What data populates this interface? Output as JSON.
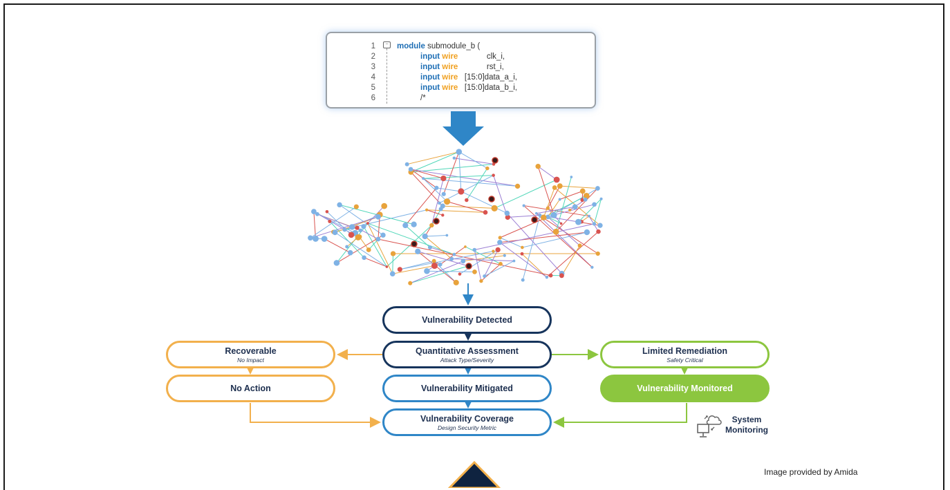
{
  "code": {
    "lines": [
      {
        "num": "1",
        "parts": [
          {
            "t": "module",
            "c": "blue"
          },
          {
            "t": " submodule_b (",
            "c": "plain"
          }
        ]
      },
      {
        "num": "2",
        "parts": [
          {
            "t": "input",
            "c": "blue"
          },
          {
            "t": " wire",
            "c": "orange"
          },
          {
            "t": "             clk_i,",
            "c": "plain"
          }
        ]
      },
      {
        "num": "3",
        "parts": [
          {
            "t": "input",
            "c": "blue"
          },
          {
            "t": " wire",
            "c": "orange"
          },
          {
            "t": "             rst_i,",
            "c": "plain"
          }
        ]
      },
      {
        "num": "4",
        "parts": [
          {
            "t": "input",
            "c": "blue"
          },
          {
            "t": " wire",
            "c": "orange"
          },
          {
            "t": "   [15:0]data_a_i,",
            "c": "plain"
          }
        ]
      },
      {
        "num": "5",
        "parts": [
          {
            "t": "input",
            "c": "blue"
          },
          {
            "t": " wire",
            "c": "orange"
          },
          {
            "t": "   [15:0]data_b_i,",
            "c": "plain"
          }
        ]
      },
      {
        "num": "6",
        "parts": [
          {
            "t": "/*",
            "c": "plain"
          }
        ]
      }
    ]
  },
  "flow": {
    "detected": {
      "title": "Vulnerability Detected"
    },
    "assessment": {
      "title": "Quantitative Assessment",
      "sub": "Attack Type/Severity"
    },
    "mitigated": {
      "title": "Vulnerability Mitigated"
    },
    "coverage": {
      "title": "Vulnerability Coverage",
      "sub": "Design Security Metric"
    },
    "recoverable": {
      "title": "Recoverable",
      "sub": "No Impact"
    },
    "no_action": {
      "title": "No Action"
    },
    "limited": {
      "title": "Limited Remediation",
      "sub": "Safety Critical"
    },
    "monitored": {
      "title": "Vulnerability Monitored"
    }
  },
  "system_monitoring": {
    "line1": "System",
    "line2": "Monitoring"
  },
  "credit": "Image provided by Amida",
  "colors": {
    "navy": "#16345c",
    "blue": "#2f86c7",
    "orange": "#f2b04c",
    "green": "#8cc63f",
    "node_red": "#d9534f",
    "node_orange": "#e8a33c",
    "node_blue": "#7fb2e5",
    "node_purple": "#9b7fd4",
    "node_teal": "#4fd6b8",
    "node_dark": "#3a1a1a"
  }
}
